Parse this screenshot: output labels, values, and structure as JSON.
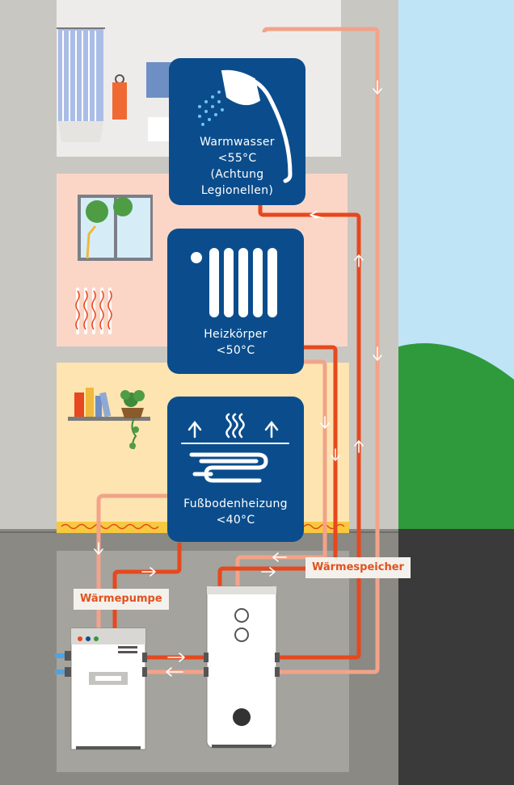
{
  "cards": {
    "hot_water": {
      "title": "Warmwasser",
      "temp": "<55°C",
      "note": "(Achtung\nLegionellen)"
    },
    "radiator": {
      "title": "Heizkörper",
      "temp": "<50°C"
    },
    "floor_heating": {
      "title": "Fußbodenheizung",
      "temp": "<40°C"
    }
  },
  "labels": {
    "heat_pump": "Wärmepumpe",
    "heat_storage": "Wärmespeicher"
  },
  "colors": {
    "card_blue": "#0b4d8c",
    "pipe_hot": "#e6481f",
    "pipe_warm": "#f2a38a",
    "label_text": "#e0521f"
  }
}
